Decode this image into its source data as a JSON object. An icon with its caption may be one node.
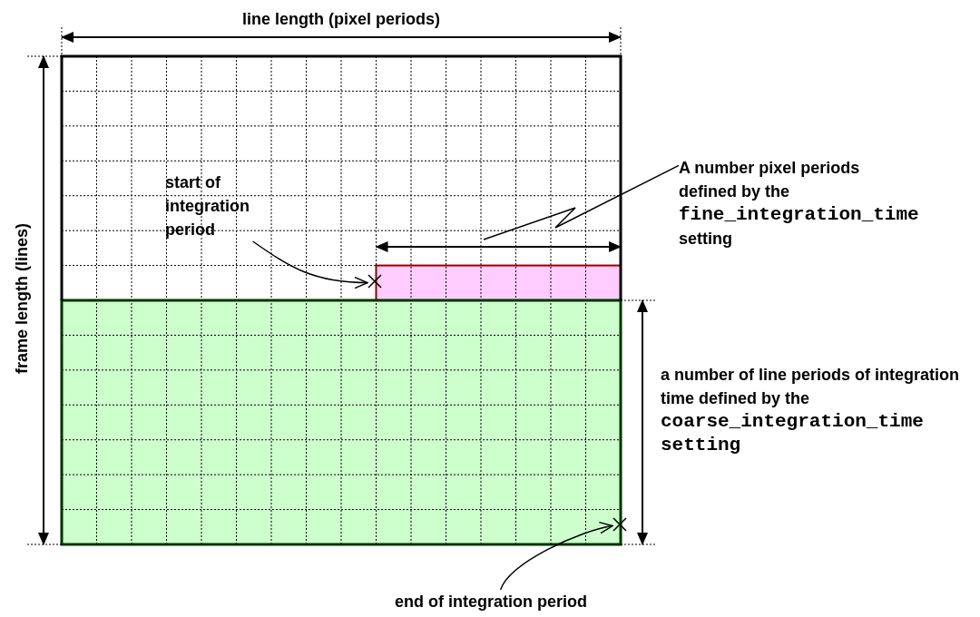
{
  "diagram": {
    "nodes": [
      {
        "text": [
          "A number pixel periods defined by the",
          "fine_integration_time",
          "setting"
        ]
      },
      {
        "text": [
          "start of integration period"
        ]
      },
      {
        "text": [],
        "shape": "cross"
      },
      {
        "text": [],
        "shape": "cross"
      },
      {
        "text": [
          "end of integration period"
        ]
      }
    ],
    "edges": [
      {
        "from": 0,
        "to": null,
        "arrow": "none"
      },
      {
        "from": 1,
        "to": 2,
        "arrow": "to"
      },
      {
        "from": 4,
        "to": 3,
        "arrow": "to"
      }
    ],
    "labels": [
      "line length (pixel periods)",
      "frame length (lines)",
      "a number of line periods of integration time defined by the",
      "coarse_integration_time setting"
    ]
  }
}
